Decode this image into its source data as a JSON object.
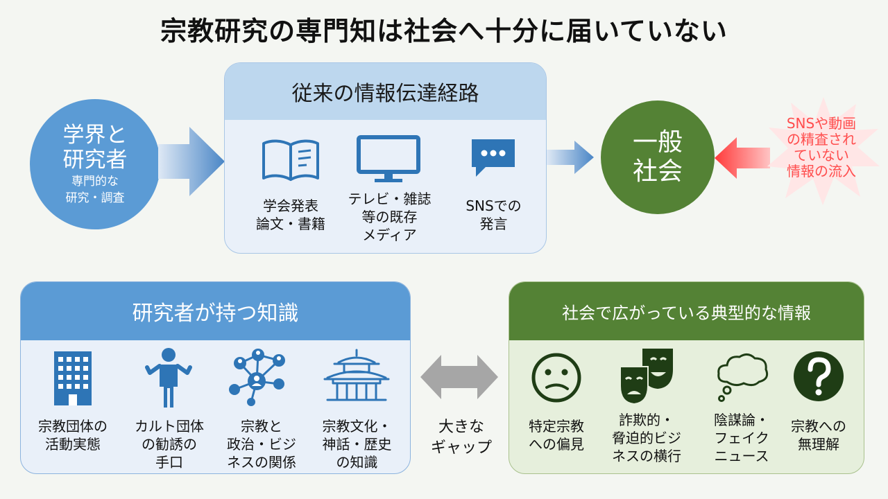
{
  "title": "宗教研究の専門知は社会へ十分に届いていない",
  "academia": {
    "line1": "学界と",
    "line2": "研究者",
    "sub1": "専門的な",
    "sub2": "研究・調査"
  },
  "channels": {
    "header": "従来の情報伝達経路",
    "items": [
      {
        "icon": "book-icon",
        "lines": [
          "学会発表",
          "論文・書籍"
        ]
      },
      {
        "icon": "monitor-icon",
        "lines": [
          "テレビ・雑誌",
          "等の既存",
          "メディア"
        ]
      },
      {
        "icon": "chat-bubble-icon",
        "lines": [
          "SNSでの",
          "発言"
        ]
      }
    ]
  },
  "society": {
    "line1": "一般",
    "line2": "社会"
  },
  "inflow": {
    "lines": [
      "SNSや動画",
      "の精査され",
      "ていない",
      "情報の流入"
    ],
    "color": "#ff4d4d"
  },
  "knowledge": {
    "header": "研究者が持つ知識",
    "items": [
      {
        "icon": "office-building-icon",
        "lines": [
          "宗教団体の",
          "活動実態"
        ]
      },
      {
        "icon": "person-shrug-icon",
        "lines": [
          "カルト団体",
          "の勧誘の",
          "手口"
        ]
      },
      {
        "icon": "network-people-icon",
        "lines": [
          "宗教と",
          "政治・ビジ",
          "ネスの関係"
        ]
      },
      {
        "icon": "temple-icon",
        "lines": [
          "宗教文化・",
          "神話・歴史",
          "の知識"
        ]
      }
    ]
  },
  "gap": {
    "lines": [
      "大きな",
      "ギャップ"
    ]
  },
  "info": {
    "header": "社会で広がっている典型的な情報",
    "items": [
      {
        "icon": "confused-face-icon",
        "lines": [
          "特定宗教",
          "への偏見"
        ]
      },
      {
        "icon": "theater-masks-icon",
        "lines": [
          "詐欺的・",
          "脅迫的ビジ",
          "ネスの横行"
        ]
      },
      {
        "icon": "thought-bubble-icon",
        "lines": [
          "陰謀論・",
          "フェイク",
          "ニュース"
        ]
      },
      {
        "icon": "question-mark-icon",
        "lines": [
          "宗教への",
          "無理解"
        ]
      }
    ]
  },
  "colors": {
    "academia_blue": "#5b9bd5",
    "society_green": "#548235",
    "channel_header": "#bdd7ee",
    "icon_blue": "#2e75b6",
    "inflow_red": "#ff4d4d",
    "gap_gray": "#a6a6a6"
  }
}
